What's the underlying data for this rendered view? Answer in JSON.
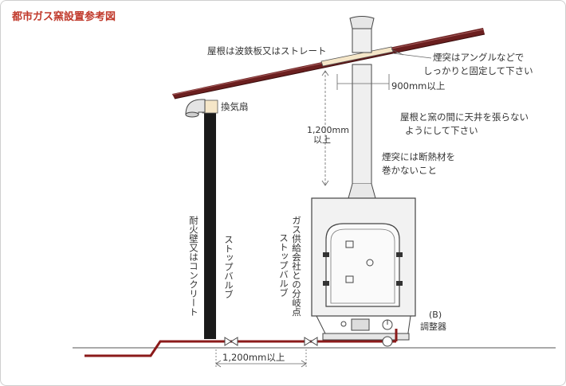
{
  "title": "都市ガス窯設置参考図",
  "labels": {
    "roof": "屋根は波鉄板又はストレート",
    "chimney_fix_1": "煙突はアングルなどで",
    "chimney_fix_2": "しっかりと固定して下さい",
    "dim_900": "900mm以上",
    "ceiling_1": "屋根と窯の間に天井を張らない",
    "ceiling_2": "ようにして下さい",
    "dim_1200_v_1": "1,200mm",
    "dim_1200_v_2": "以上",
    "insulation_1": "煙突には断熱材を",
    "insulation_2": "巻かないこと",
    "fan": "換気扇",
    "fire_wall": "耐火壁又はコンクリート",
    "stop_valve": "ストップバルブ",
    "gas_branch_1": "ガス供給会社との分岐点",
    "gas_branch_2": "ストップバルブ",
    "regulator_1": "(B)",
    "regulator_2": "調整器",
    "dim_1200_h": "1,200mm以上"
  },
  "colors": {
    "title": "#c0392b",
    "roof": "#6b1f1f",
    "pipe": "#8b1a1a",
    "wall": "#1a1a1a",
    "line": "#666666",
    "kiln_fill": "#f2f2f2"
  }
}
